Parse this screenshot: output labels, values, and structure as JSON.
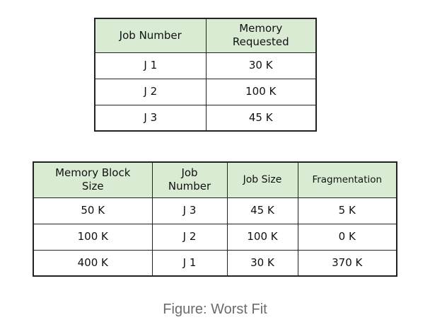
{
  "jobs_table": {
    "headers": [
      "Job Number",
      "Memory Requested"
    ],
    "rows": [
      [
        "J 1",
        "30 K"
      ],
      [
        "J 2",
        "100 K"
      ],
      [
        "J 3",
        "45 K"
      ]
    ]
  },
  "worst_fit_table": {
    "headers": [
      "Memory Block Size",
      "Job Number",
      "Job Size",
      "Fragmentation"
    ],
    "rows": [
      [
        "50 K",
        "J 3",
        "45 K",
        "5 K"
      ],
      [
        "100 K",
        "J 2",
        "100 K",
        "0 K"
      ],
      [
        "400 K",
        "J 1",
        "30 K",
        "370 K"
      ]
    ]
  },
  "caption": "Figure: Worst Fit",
  "colors": {
    "header_background": "#d9ecd3",
    "border": "#222222",
    "caption_text": "#6b6b6b"
  }
}
